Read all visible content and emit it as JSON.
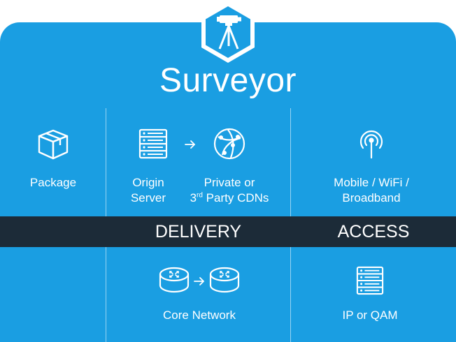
{
  "title": "Surveyor",
  "icons": {
    "badge": "surveyor-tripod-icon",
    "package": "package-box-icon",
    "origin_server": "server-rack-icon",
    "cdn": "globe-network-icon",
    "mobile": "wireless-antenna-icon",
    "router": "router-icon",
    "qam": "server-rack-icon"
  },
  "colors": {
    "background": "#1a9ee2",
    "band": "#1c2b38",
    "foreground": "#ffffff"
  },
  "top_row": {
    "package": "Package",
    "origin_line1": "Origin",
    "origin_line2": "Server",
    "cdn_line1": "Private or",
    "cdn_line2_prefix": "3",
    "cdn_line2_sup": "rd",
    "cdn_line2_suffix": " Party CDNs",
    "mobile_line1": "Mobile / WiFi /",
    "mobile_line2": "Broadband"
  },
  "band": {
    "delivery": "DELIVERY",
    "access": "ACCESS"
  },
  "bottom_row": {
    "core_network": "Core Network",
    "ip_qam": "IP or QAM"
  }
}
